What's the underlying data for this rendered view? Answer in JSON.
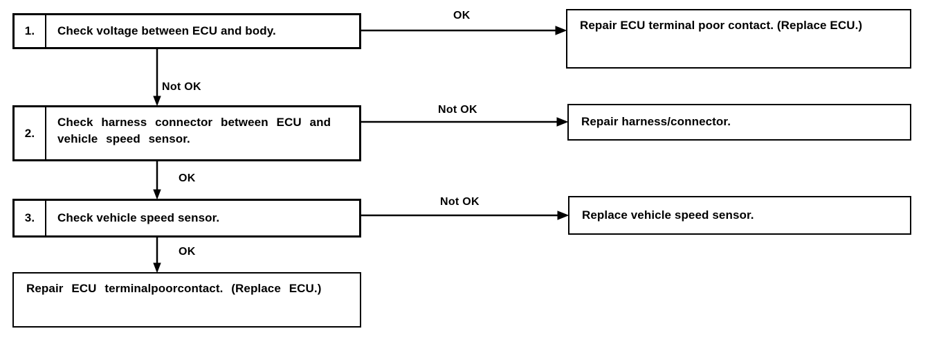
{
  "diagram": {
    "type": "troubleshooting-flowchart",
    "orientation": "top-to-bottom with right branches",
    "steps": [
      {
        "number": "1.",
        "text": "Check voltage between ECU and body."
      },
      {
        "number": "2.",
        "text": "Check harness connector between ECU and vehicle speed sensor."
      },
      {
        "number": "3.",
        "text": "Check vehicle speed sensor."
      }
    ],
    "results": [
      {
        "text": "Repair ECU terminal poor contact. (Replace ECU.)"
      },
      {
        "text": "Repair harness/connector."
      },
      {
        "text": "Replace vehicle speed sensor."
      }
    ],
    "final": {
      "text": "Repair ECU terminalpoorcontact. (Replace ECU.)"
    },
    "edge_labels": {
      "step1_right": "OK",
      "step1_down": "Not OK",
      "step2_right": "Not OK",
      "step2_down": "OK",
      "step3_right": "Not OK",
      "step3_down": "OK"
    },
    "colors": {
      "ink": "#000000",
      "paper": "#ffffff"
    }
  }
}
